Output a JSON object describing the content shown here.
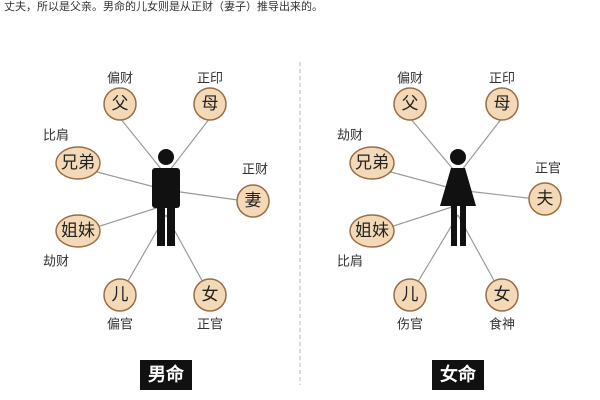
{
  "caption": "丈夫，所以是父亲。男命的儿女则是从正财（妻子）推导出来的。",
  "male": {
    "tag": "男命",
    "nodes": [
      {
        "char": "父",
        "role": "偏财"
      },
      {
        "char": "母",
        "role": "正印"
      },
      {
        "char": "兄弟",
        "role": "比肩"
      },
      {
        "char": "妻",
        "role": "正财"
      },
      {
        "char": "姐妹",
        "role": "劫财"
      },
      {
        "char": "儿",
        "role": "偏官"
      },
      {
        "char": "女",
        "role": "正官"
      }
    ]
  },
  "female": {
    "tag": "女命",
    "nodes": [
      {
        "char": "父",
        "role": "偏财"
      },
      {
        "char": "母",
        "role": "正印"
      },
      {
        "char": "兄弟",
        "role": "劫财"
      },
      {
        "char": "夫",
        "role": "正官"
      },
      {
        "char": "姐妹",
        "role": "比肩"
      },
      {
        "char": "儿",
        "role": "伤官"
      },
      {
        "char": "女",
        "role": "食神"
      }
    ]
  }
}
